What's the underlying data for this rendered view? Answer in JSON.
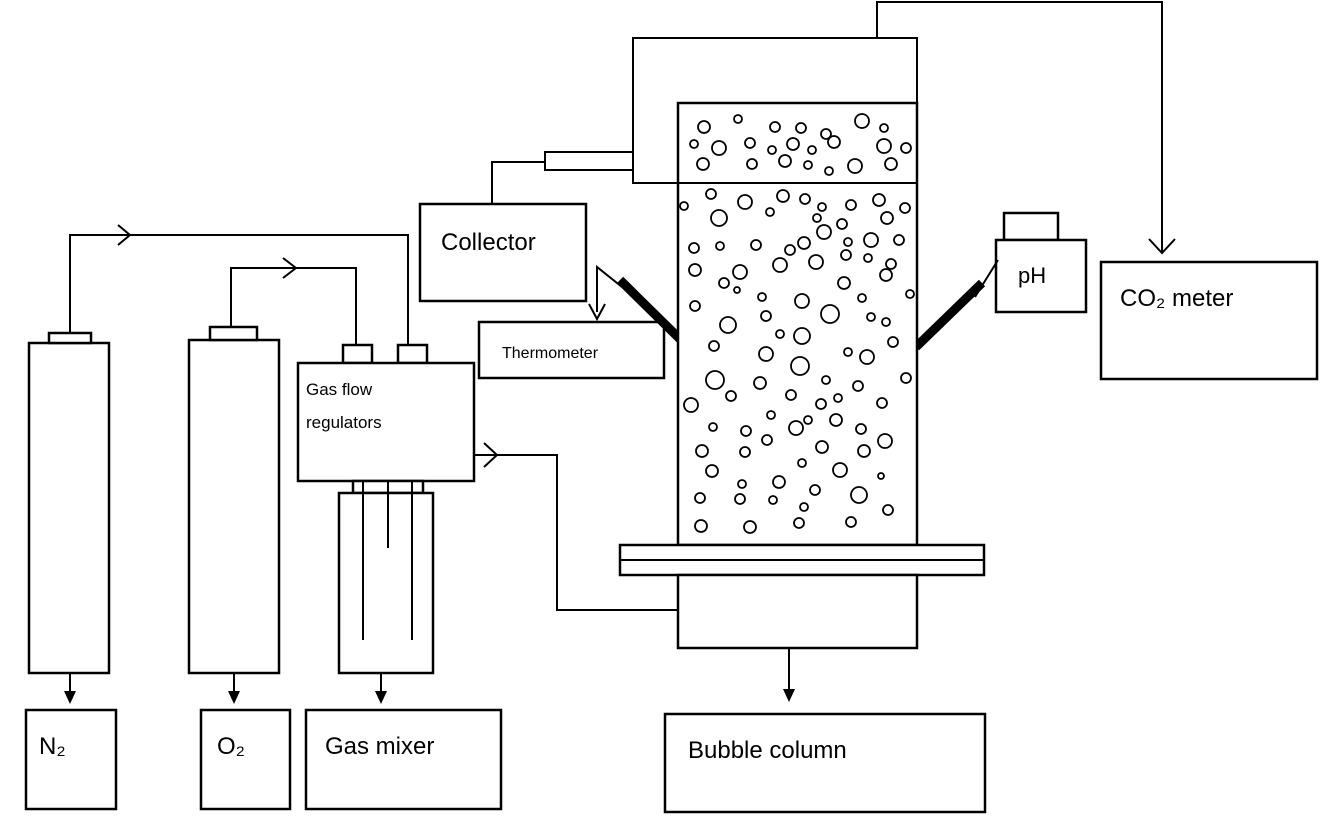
{
  "labels": {
    "collector": "Collector",
    "thermometer": "Thermometer",
    "gas_flow_line1": "Gas flow",
    "gas_flow_line2": "regulators",
    "ph": "pH",
    "co2_meter": "CO₂ meter",
    "n2": "N₂",
    "o2": "O₂",
    "gas_mixer": "Gas mixer",
    "bubble_column": "Bubble column"
  },
  "colors": {
    "line": "#000000",
    "background": "#ffffff"
  }
}
